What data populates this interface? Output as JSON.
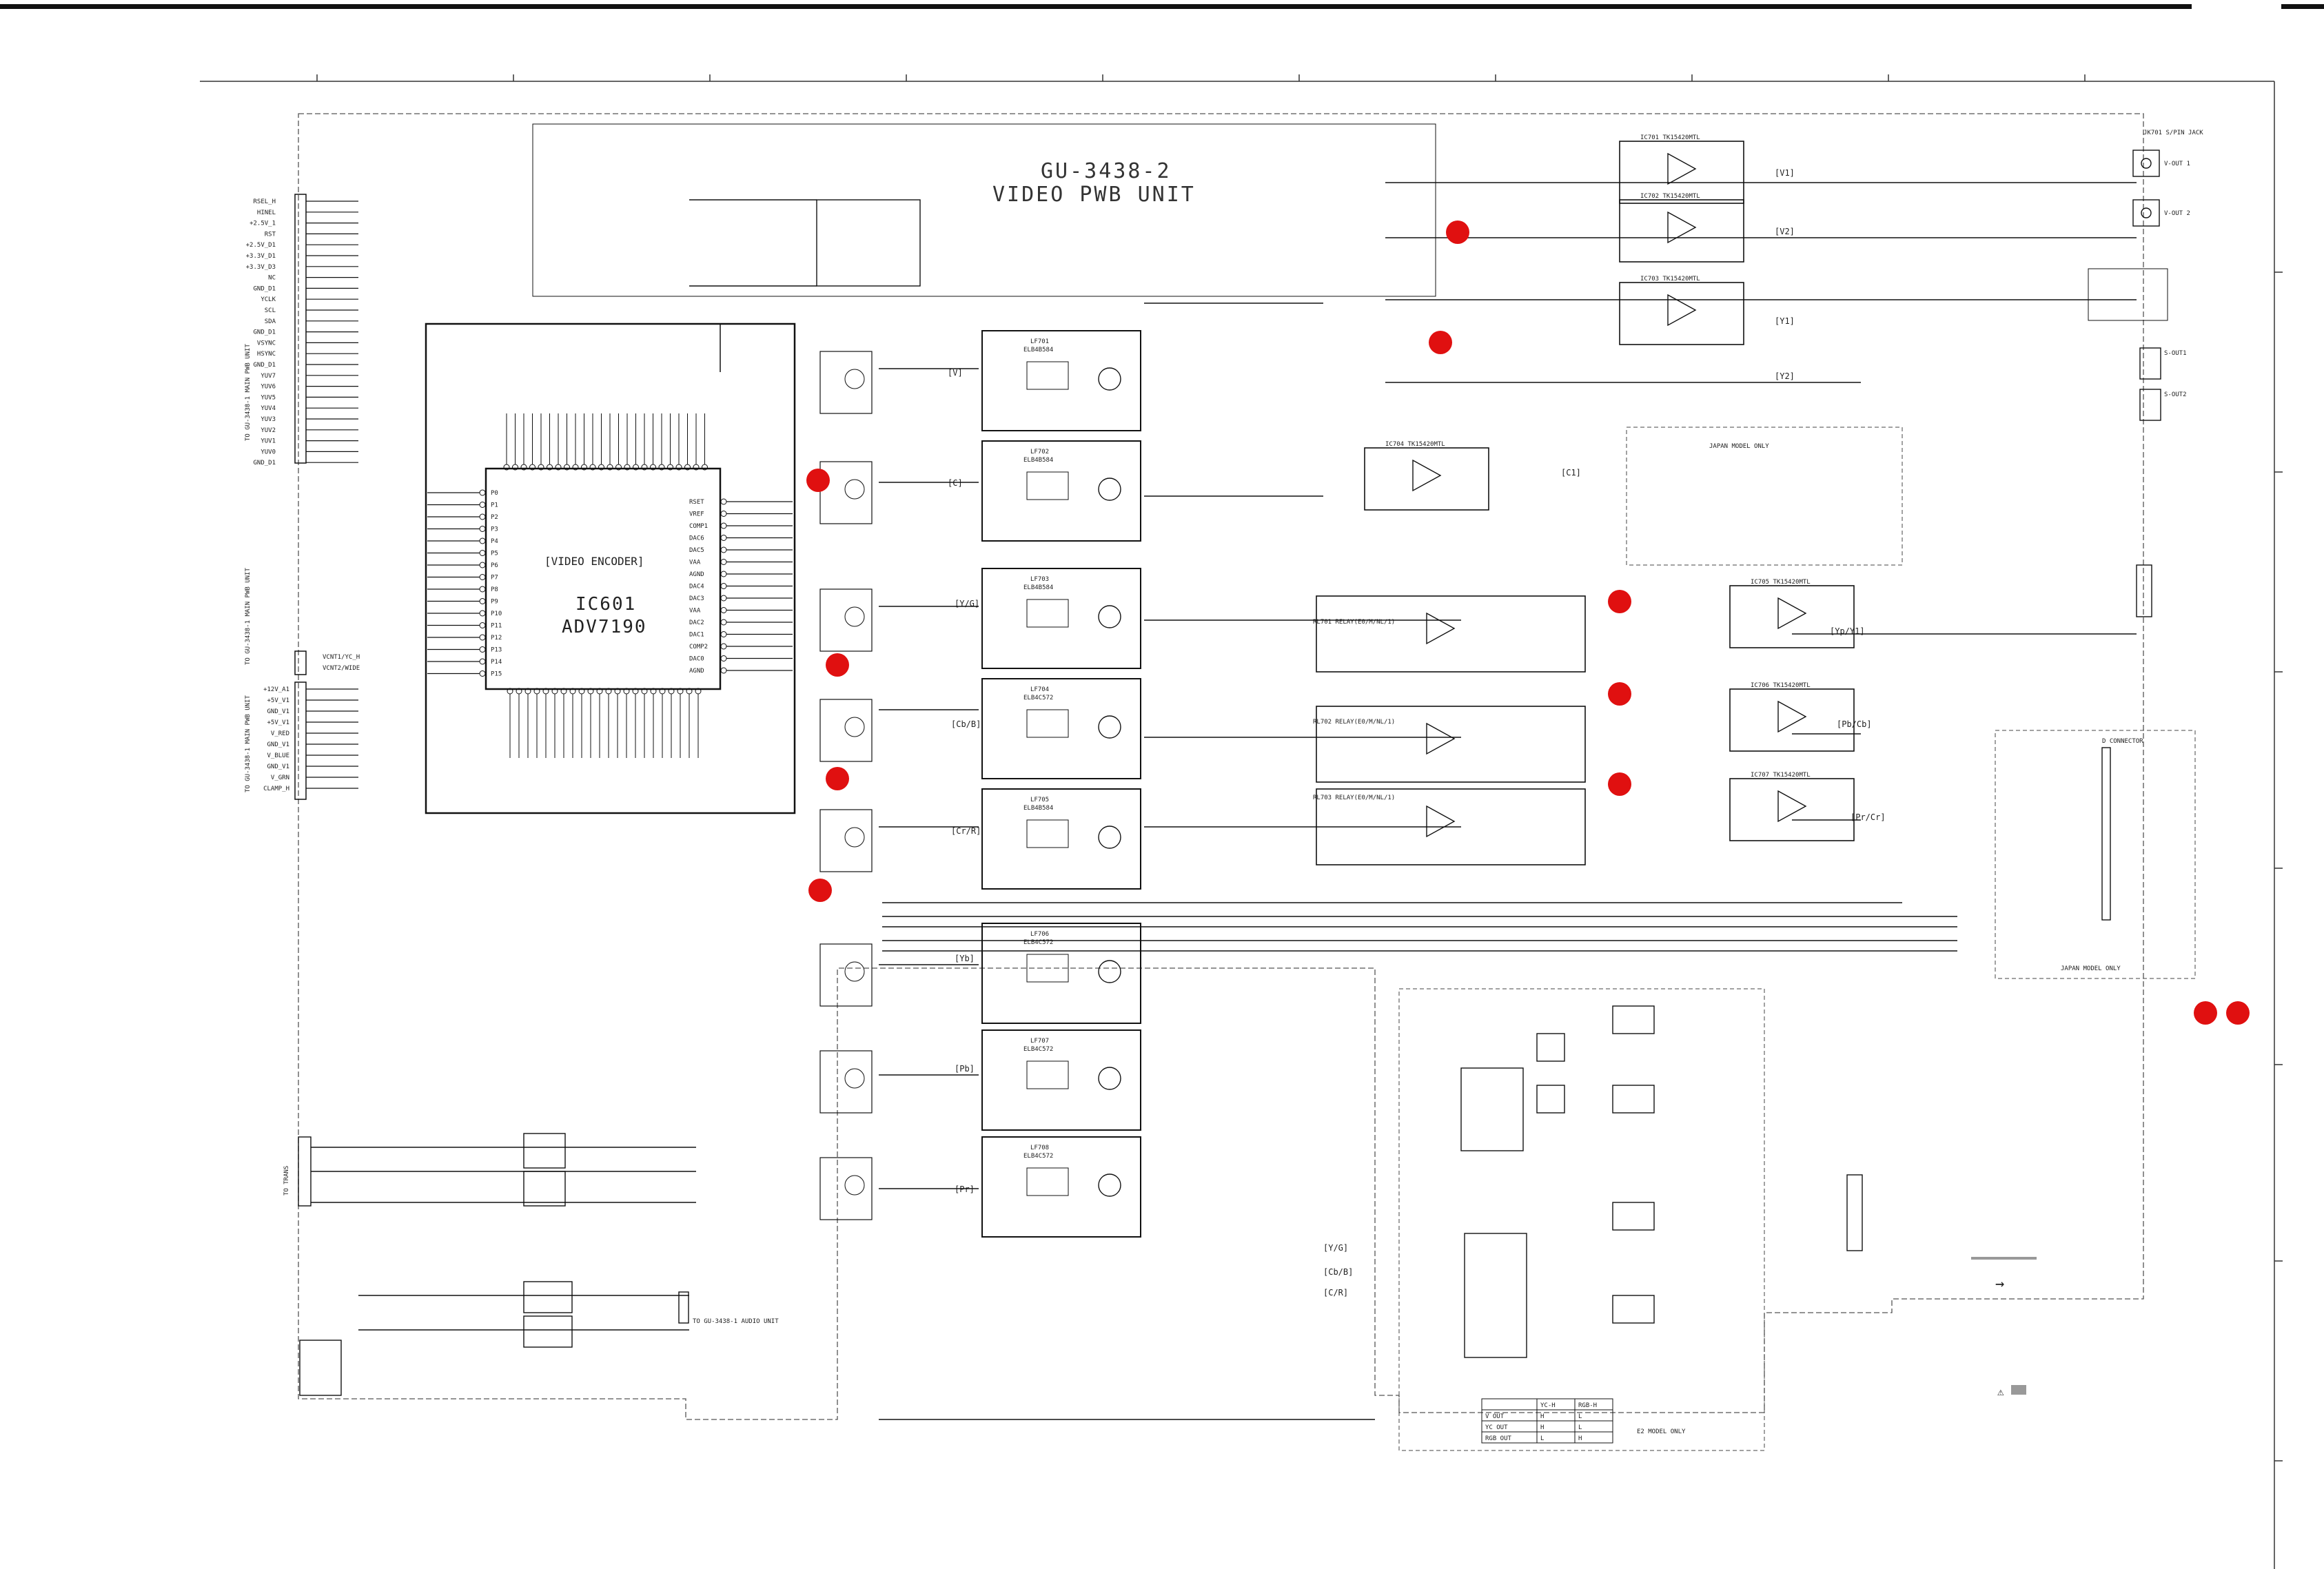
{
  "title": {
    "line1": "GU-3438-2",
    "line2": "VIDEO PWB UNIT"
  },
  "encoder": {
    "label": "[VIDEO ENCODER]",
    "part": "IC601",
    "model": "ADV7190"
  },
  "connectors_left": {
    "main_pwb_top": "TO GU-3438-1 MAIN PWB UNIT",
    "main_pwb_mid": "TO GU-3438-1 MAIN PWB UNIT",
    "main_pwb_low": "TO GU-3438-1 MAIN PWB UNIT",
    "trans": "TO TRANS",
    "audio": "TO GU-3438-1 AUDIO UNIT"
  },
  "top_pins": [
    "RSEL_H",
    "HINEL",
    "+2.5V_1",
    "RST",
    "+2.5V_D1",
    "+3.3V_D1",
    "+3.3V_D3",
    "NC",
    "GND_D1",
    "YCLK",
    "SCL",
    "SDA",
    "GND_D1",
    "VSYNC",
    "HSYNC",
    "GND_D1",
    "YUV7",
    "YUV6",
    "YUV5",
    "YUV4",
    "YUV3",
    "YUV2",
    "YUV1",
    "YUV0",
    "GND_D1"
  ],
  "mid_pins": [
    "VCNT1/YC_H",
    "VCNT2/WIDE"
  ],
  "low_pins": [
    "+12V_A1",
    "+5V_V1",
    "GND_V1",
    "+5V_V1",
    "V_RED",
    "GND_V1",
    "V_BLUE",
    "GND_V1",
    "V_GRN",
    "CLAMP_H"
  ],
  "encoder_pins_left": [
    "P0",
    "P1",
    "P2",
    "P3",
    "P4",
    "P5",
    "P6",
    "P7",
    "P8",
    "P9",
    "P10",
    "P11",
    "P12",
    "P13",
    "P14",
    "P15"
  ],
  "encoder_pins_right": [
    "RSET",
    "VREF",
    "COMP1",
    "DAC6",
    "DAC5",
    "VAA",
    "AGND",
    "DAC4",
    "DAC3",
    "VAA",
    "DAC2",
    "DAC1",
    "COMP2",
    "DAC0",
    "AGND"
  ],
  "signal_labels": [
    "[V]",
    "[C]",
    "[Y/G]",
    "[Cb/B]",
    "[Cr/R]",
    "[Yb]",
    "[Pb]",
    "[Pr]",
    "[V1]",
    "[V2]",
    "[Y1]",
    "[Y2]",
    "[C1]",
    "[Yp/Y1]",
    "[Pb/Cb]",
    "[Pr/Cr]",
    "[Y/G]",
    "[Cb/B]",
    "[C/R]"
  ],
  "filters": [
    "LF701",
    "LF702",
    "LF703",
    "LF704",
    "LF705",
    "LF706",
    "LF707",
    "LF708"
  ],
  "filter_parts": [
    "ELB4B584",
    "ELB4B584",
    "ELB4B584",
    "ELB4C572",
    "ELB4B584",
    "ELB4C572",
    "ELB4C572",
    "ELB4C572"
  ],
  "amps": [
    "IC701 TK15420MTL",
    "IC702 TK15420MTL",
    "IC703 TK15420MTL",
    "IC704 TK15420MTL",
    "IC705 TK15420MTL",
    "IC706 TK15420MTL",
    "IC707 TK15420MTL"
  ],
  "outputs_right": {
    "vout1": "V-OUT 1",
    "vout2": "V-OUT 2",
    "sout1": "S-OUT1",
    "sout2": "S-OUT2",
    "jk701": "JK701 S/PIN JACK"
  },
  "japan_box": "JAPAN MODEL ONLY",
  "japan_box2": "JAPAN MODEL ONLY",
  "d_connector": "D CONNECTOR",
  "e2_box": "E2 MODEL ONLY",
  "relays": [
    "RL701 RELAY(E0/M/NL/1)",
    "RL702 RELAY(E0/M/NL/1)",
    "RL703 RELAY(E0/M/NL/1)"
  ],
  "truth_table": {
    "headers": [
      "",
      "YC-H",
      "RGB-H"
    ],
    "rows": [
      [
        "V OUT",
        "H",
        "L"
      ],
      [
        "YC OUT",
        "H",
        "L"
      ],
      [
        "RGB OUT",
        "L",
        "H"
      ]
    ]
  },
  "legend_mark": "→",
  "warning_mark": "⚠",
  "accent_red": "#e01010"
}
